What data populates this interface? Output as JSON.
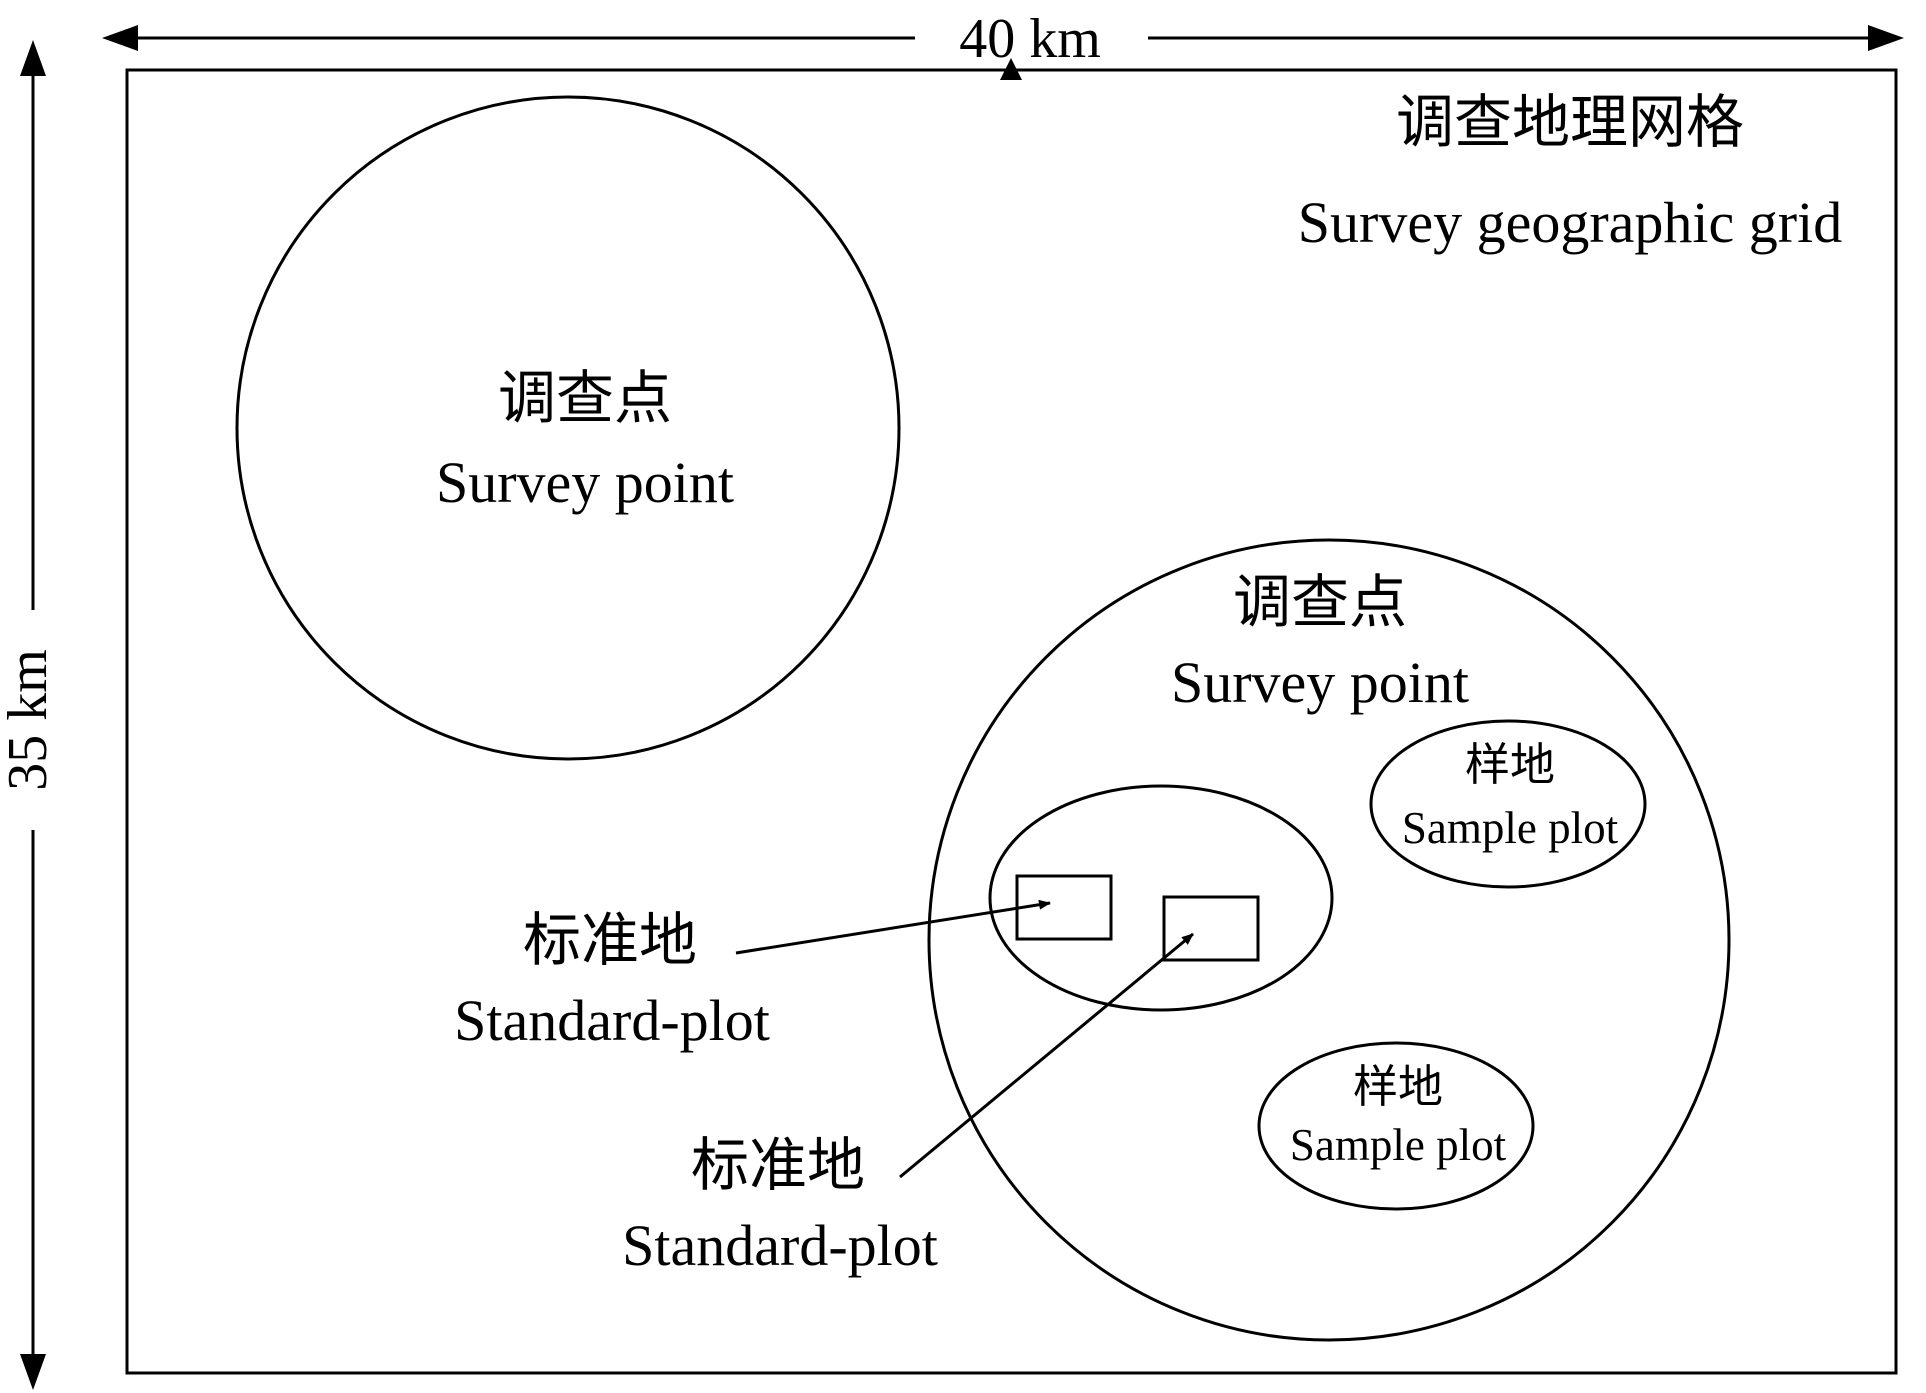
{
  "dimensions": {
    "width_label": "40 km",
    "height_label": "35 km"
  },
  "grid": {
    "label_cn": "调查地理网格",
    "label_en": "Survey geographic grid"
  },
  "survey_point_1": {
    "label_cn": "调查点",
    "label_en": "Survey point"
  },
  "survey_point_2": {
    "label_cn": "调查点",
    "label_en": "Survey point",
    "sample_plot_1": {
      "label_cn": "样地",
      "label_en": "Sample plot"
    },
    "sample_plot_2": {
      "label_cn": "样地",
      "label_en": "Sample plot"
    }
  },
  "standard_plot_1": {
    "label_cn": "标准地",
    "label_en": "Standard-plot"
  },
  "standard_plot_2": {
    "label_cn": "标准地",
    "label_en": "Standard-plot"
  }
}
